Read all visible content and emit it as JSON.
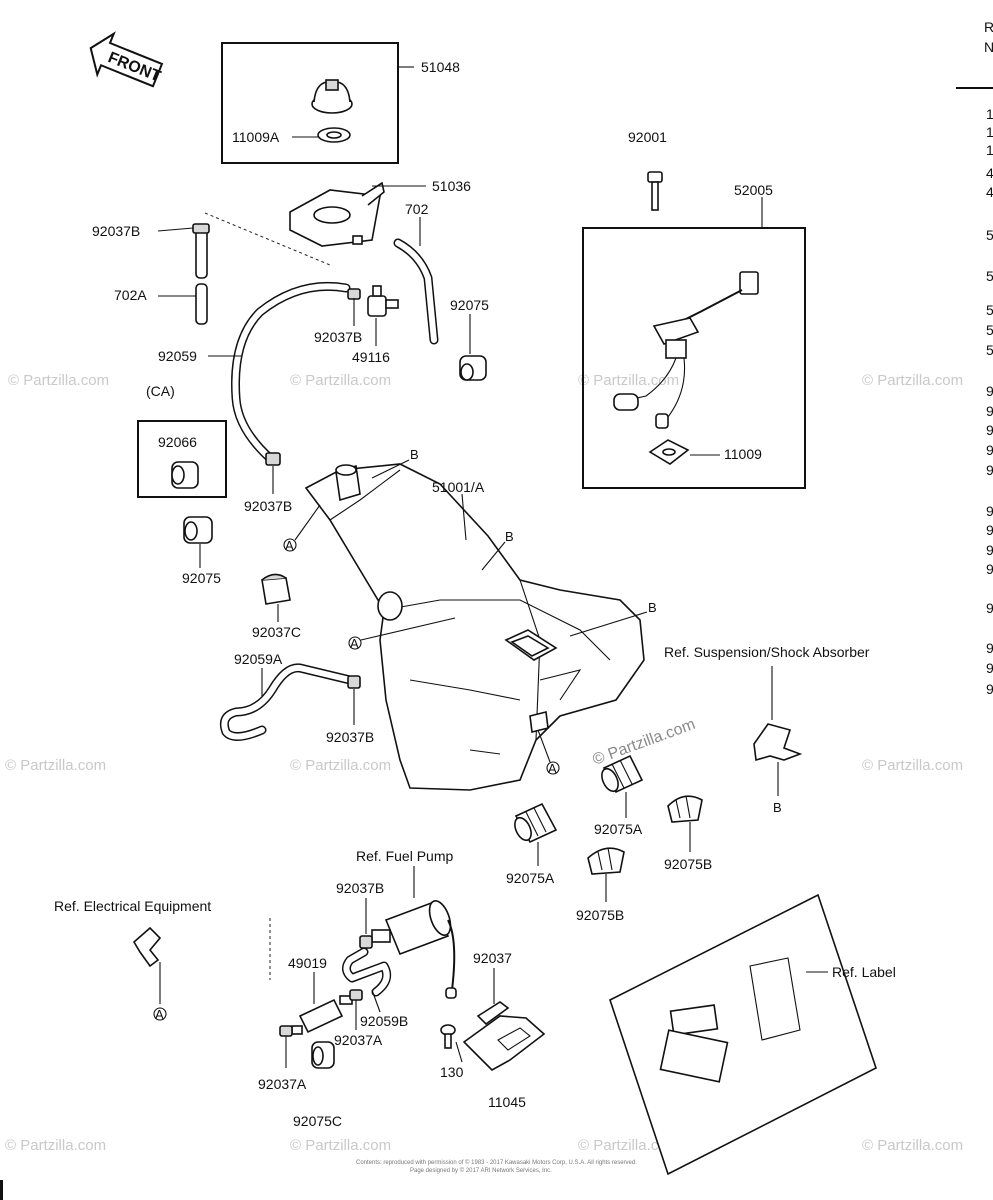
{
  "watermark": "© Partzilla.com",
  "front_label": "FRONT",
  "parts": {
    "p51048": "51048",
    "p11009A": "11009A",
    "p51036": "51036",
    "p702": "702",
    "p92037B_top": "92037B",
    "p702A": "702A",
    "p92037B_mid": "92037B",
    "p49116": "49116",
    "p92075_top": "92075",
    "p92059": "92059",
    "pCA": "(CA)",
    "p92066": "92066",
    "p92037B_left": "92037B",
    "p92075_left": "92075",
    "p92037C": "92037C",
    "p92059A": "92059A",
    "p92037B_low": "92037B",
    "p92001": "92001",
    "p52005": "52005",
    "p11009": "11009",
    "p51001A": "51001/A",
    "p92075A_right": "92075A",
    "p92075A_left": "92075A",
    "p92075B_right": "92075B",
    "p92075B_mid": "92075B",
    "p92037B_pump": "92037B",
    "p49019": "49019",
    "p92037": "92037",
    "p92059B": "92059B",
    "p92037A_mid": "92037A",
    "p92037A_left": "92037A",
    "p130": "130",
    "p11045": "11045",
    "p92075C": "92075C"
  },
  "refs": {
    "suspension": "Ref. Suspension/Shock Absorber",
    "fuel_pump": "Ref. Fuel Pump",
    "electrical": "Ref. Electrical Equipment",
    "label": "Ref. Label"
  },
  "markers": {
    "A": "A",
    "B": "B"
  },
  "right_column": {
    "header": [
      "R",
      "N"
    ],
    "items": [
      "1",
      "1",
      "1",
      "4",
      "4",
      "5",
      "5",
      "5",
      "5",
      "5",
      "9",
      "9",
      "9",
      "9",
      "9",
      "9",
      "9",
      "9",
      "9",
      "9",
      "9",
      "9",
      "9"
    ]
  },
  "copyright": [
    "Contents: reproduced with permission of © 1983 - 2017 Kawasaki Motors Corp. U.S.A. All rights reserved.",
    "Page designed by © 2017 ARI Network Services, Inc."
  ]
}
